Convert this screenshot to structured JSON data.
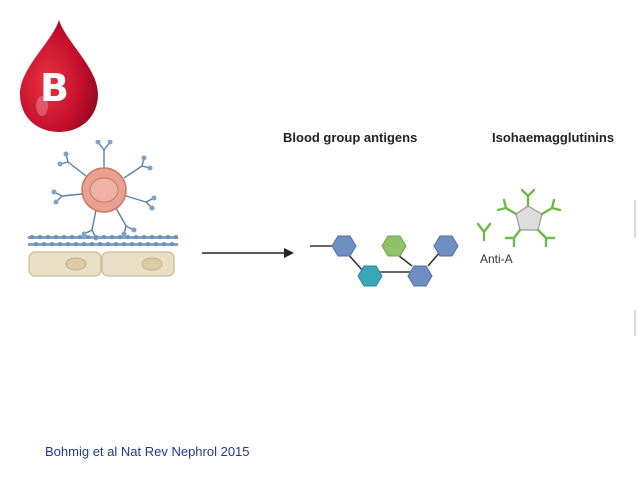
{
  "blood_type": {
    "letter": "B",
    "color": "#c8102e"
  },
  "headings": {
    "antigens": "Blood group antigens",
    "isohaemagglutinins": "Isohaemagglutinins"
  },
  "antibody_label": "Anti-A",
  "citation": "Bohmig et al Nat Rev Nephrol 2015",
  "colors": {
    "hexagon_blue": "#6f8fc2",
    "hexagon_teal": "#3aa7b8",
    "hexagon_green": "#8fc26a",
    "antibody_green": "#6fb84a",
    "cell_fill": "#e9dfc4",
    "cell_body": "#e8a090"
  }
}
